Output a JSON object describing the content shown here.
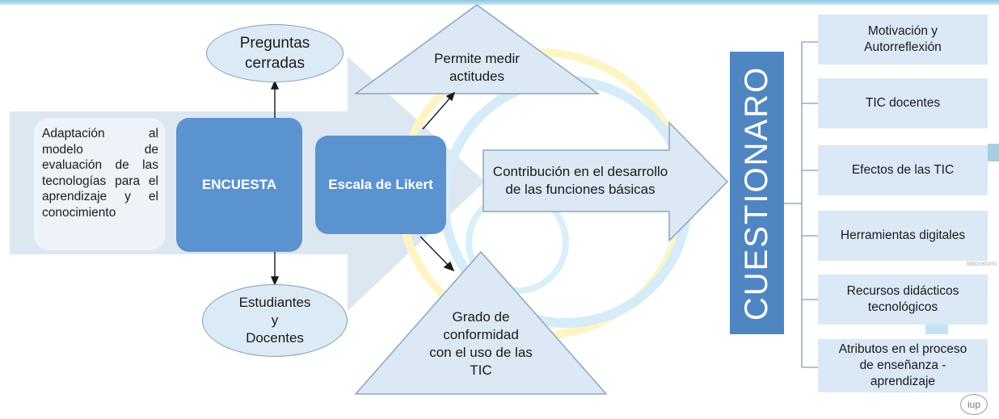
{
  "diagram": {
    "adaptation_text": "Adaptación al modelo de evaluación de las tecnologías para el aprendizaje y el conocimiento",
    "encuesta": "ENCUESTA",
    "escala": "Escala de Likert",
    "preguntas": "Preguntas cerradas",
    "preguntas_l1": "Preguntas",
    "preguntas_l2": "cerradas",
    "estudiantes_l1": "Estudiantes",
    "estudiantes_l2": "y",
    "estudiantes_l3": "Docentes",
    "permite_l1": "Permite medir",
    "permite_l2": "actitudes",
    "grado_l1": "Grado de",
    "grado_l2": "conformidad",
    "grado_l3": "con el uso de las",
    "grado_l4": "TIC",
    "contribucion_l1": "Contribución en el desarrollo",
    "contribucion_l2": "de las funciones básicas",
    "cuestionario": "CUESTIONARO",
    "items": [
      {
        "l1": "Motivación y",
        "l2": "Autorreflexión"
      },
      {
        "l1": "TIC docentes",
        "l2": ""
      },
      {
        "l1": "Efectos de las TIC",
        "l2": ""
      },
      {
        "l1": "Herramientas digitales",
        "l2": ""
      },
      {
        "l1": "Recursos didácticos",
        "l2": "tecnológicos"
      },
      {
        "l1": "Atributos en el proceso",
        "l2": "de enseñanza -",
        "l3": "aprendizaje"
      }
    ],
    "logo_text": "iup",
    "watermark_text": "laboratorio"
  },
  "colors": {
    "arrow_fill": "#dde7f1",
    "dark_blue": "#5a93cf",
    "cuest_blue": "#4f86c2",
    "light_blue": "#dbe8f5"
  }
}
